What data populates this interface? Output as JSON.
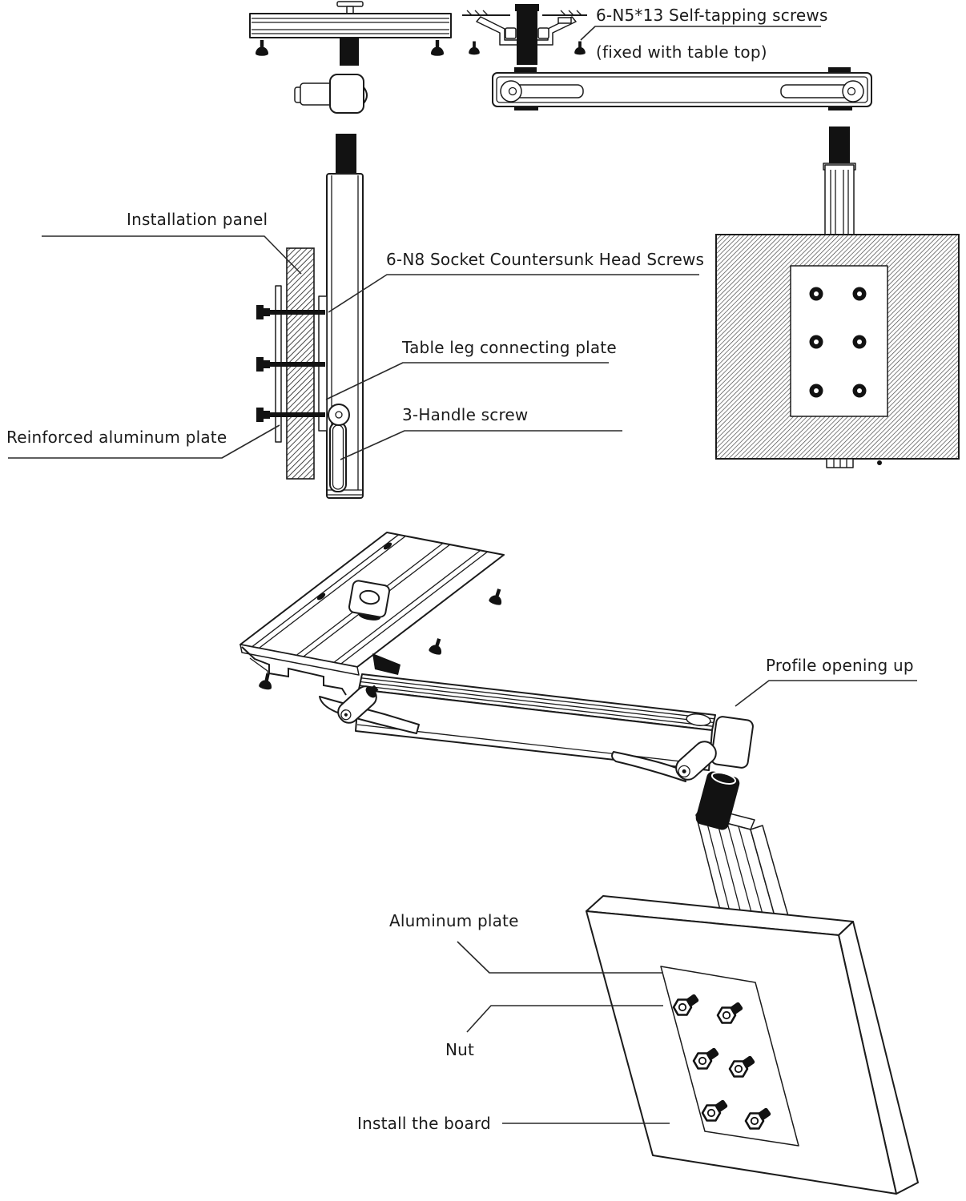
{
  "diagram": {
    "callouts": {
      "self_tapping": "6-N5*13 Self-tapping screws",
      "self_tapping_note": "(fixed with table top)",
      "installation_panel": "Installation panel",
      "countersunk_screws": "6-N8 Socket Countersunk Head Screws",
      "connecting_plate": "Table leg connecting plate",
      "reinforced_plate": "Reinforced aluminum plate",
      "handle_screw": "3-Handle screw",
      "profile_opening": "Profile opening up",
      "aluminum_plate": "Aluminum plate",
      "nut": "Nut",
      "install_board": "Install the board"
    },
    "counts": {
      "panel_holes": 6,
      "board_nuts": 6
    },
    "colors": {
      "ink": "#1b1b1b",
      "paper": "#ffffff"
    }
  }
}
